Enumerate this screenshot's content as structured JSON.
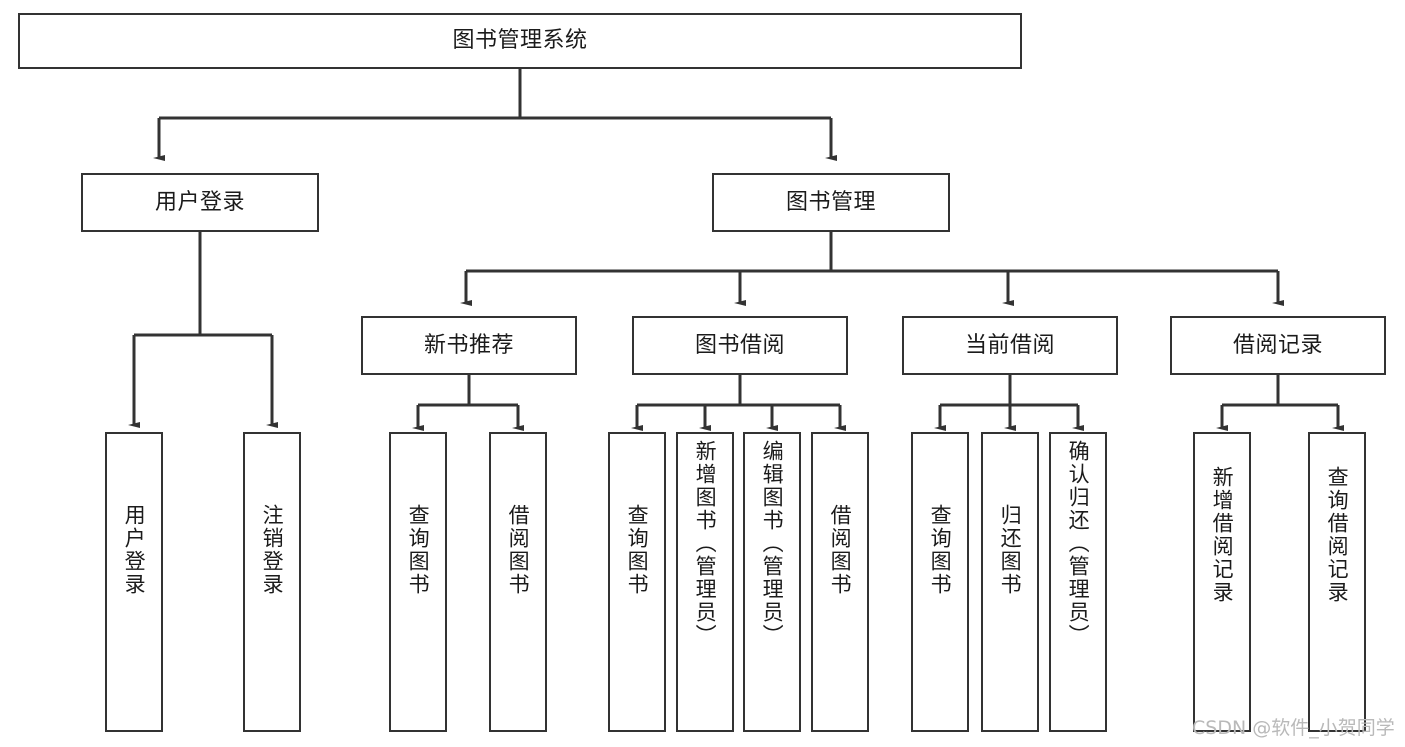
{
  "diagram": {
    "title": "图书管理系统",
    "background_color": "#ffffff",
    "line_color": "#333333",
    "text_color": "#1b1b1b",
    "levels": 4,
    "root": {
      "id": "root",
      "label": "图书管理系统",
      "orientation": "horizontal"
    },
    "level2": [
      {
        "id": "user-login",
        "label": "用户登录",
        "orientation": "horizontal"
      },
      {
        "id": "book-manage",
        "label": "图书管理",
        "orientation": "horizontal"
      }
    ],
    "level3": [
      {
        "id": "new-book-recommend",
        "label": "新书推荐",
        "orientation": "horizontal",
        "parent": "book-manage"
      },
      {
        "id": "book-borrow",
        "label": "图书借阅",
        "orientation": "horizontal",
        "parent": "book-manage"
      },
      {
        "id": "current-borrow",
        "label": "当前借阅",
        "orientation": "horizontal",
        "parent": "book-manage"
      },
      {
        "id": "borrow-record",
        "label": "借阅记录",
        "orientation": "horizontal",
        "parent": "book-manage"
      }
    ],
    "leaves": [
      {
        "id": "leaf-user-login",
        "label": "用户登录",
        "parent": "user-login",
        "orientation": "vertical"
      },
      {
        "id": "leaf-user-logout",
        "label": "注销登录",
        "parent": "user-login",
        "orientation": "vertical"
      },
      {
        "id": "leaf-query-book-1",
        "label": "查询图书",
        "parent": "new-book-recommend",
        "orientation": "vertical"
      },
      {
        "id": "leaf-borrow-book-1",
        "label": "借阅图书",
        "parent": "new-book-recommend",
        "orientation": "vertical"
      },
      {
        "id": "leaf-query-book-2",
        "label": "查询图书",
        "parent": "book-borrow",
        "orientation": "vertical"
      },
      {
        "id": "leaf-add-book",
        "label": "新增图书（管理员）",
        "parent": "book-borrow",
        "orientation": "vertical"
      },
      {
        "id": "leaf-edit-book",
        "label": "编辑图书（管理员）",
        "parent": "book-borrow",
        "orientation": "vertical"
      },
      {
        "id": "leaf-borrow-book-2",
        "label": "借阅图书",
        "parent": "book-borrow",
        "orientation": "vertical"
      },
      {
        "id": "leaf-query-book-3",
        "label": "查询图书",
        "parent": "current-borrow",
        "orientation": "vertical"
      },
      {
        "id": "leaf-return-book",
        "label": "归还图书",
        "parent": "current-borrow",
        "orientation": "vertical"
      },
      {
        "id": "leaf-confirm-return",
        "label": "确认归还（管理员）",
        "parent": "current-borrow",
        "orientation": "vertical"
      },
      {
        "id": "leaf-add-record",
        "label": "新增借阅记录",
        "parent": "borrow-record",
        "orientation": "vertical"
      },
      {
        "id": "leaf-query-record",
        "label": "查询借阅记录",
        "parent": "borrow-record",
        "orientation": "vertical"
      }
    ]
  },
  "watermark": {
    "text": "CSDN @软件_小贺同学"
  }
}
